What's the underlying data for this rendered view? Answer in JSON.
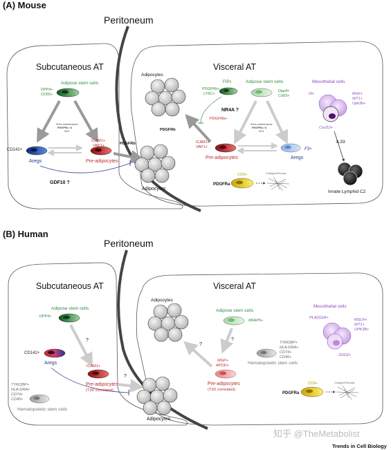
{
  "panel_a": {
    "label": "(A) Mouse",
    "peritoneum": "Peritoneum",
    "subcutaneous": {
      "title": "Subcutaneous AT",
      "stem_cells": "Adipose stem cells",
      "markers": [
        "DPP4+",
        "CD55+"
      ],
      "stem_maintenance": [
        "Stem maintenance",
        "PDGFRα / b",
        "Wnt"
      ],
      "cd142": "CD142+",
      "aregs": "Aregs",
      "icam": [
        "ICAM1+",
        "VAP1+"
      ],
      "preadipocytes": "Pre-adipocytes",
      "pdgfrb": "PDGFRb",
      "gdf10": "GDF10 ?",
      "adipocytes": "Adipocytes"
    },
    "visceral": {
      "title": "Visceral AT",
      "adipocytes": "Adipocytes",
      "fips": "FIPs",
      "fips_markers": [
        "PDGFRb+",
        "LY6C+"
      ],
      "stem_cells": "Adipose stem cells",
      "stem_markers": [
        "Dpp4+",
        "Cd55+"
      ],
      "nr4a": "NR4A ?",
      "pdgfrb_label": "PDGFRb",
      "pdgfrb_plus": "PDGFRb+",
      "stem_maintenance": [
        "Stem maintenance",
        "PDGFRα / b",
        "Wnt"
      ],
      "icam": [
        "ICAM1+",
        "VAP1+"
      ],
      "preadipocytes": "Pre-adipocytes",
      "f3": "F3+",
      "aregs": "Aregs",
      "cd9": "CD9+",
      "pdgfra": "PDGFRa",
      "collagen": "Collagen/Fibrosis",
      "meso_title": "Mesothelial cells",
      "irf": "Irf+",
      "meso_markers": [
        "Msln+",
        "WT1+",
        "Upk3b+"
      ],
      "cxcl12": "Cxcl12+",
      "il33": "IL33",
      "ilc2": "Innate Lymphid C2"
    }
  },
  "panel_b": {
    "label": "(B) Human",
    "peritoneum": "Peritoneum",
    "subcutaneous": {
      "title": "Subcutaneous AT",
      "stem_cells": "Adipose stem cells",
      "dpp4": "DPP4+",
      "question": "?",
      "cd142": "CD142+",
      "aregs": "Aregs",
      "icam": "ICAM1+",
      "preadipocytes": "Pre-adipocytes",
      "t2d": "(T2D correlated)",
      "hsc_markers": [
        "TYROBP+",
        "HLA-DRA+",
        "CD74+",
        "CD45+"
      ],
      "hsc": "Hematopoietic stem cells",
      "adipocytes": "Adipocytes"
    },
    "visceral": {
      "title": "Visceral AT",
      "adipocytes": "Adipocytes",
      "stem_cells": "Adipose stem cells",
      "mfap5": "MFAP5+",
      "question": "?",
      "hsc_markers": [
        "TYROBP+",
        "HLA-DRA+",
        "CD74+",
        "CD45+"
      ],
      "hsc": "Hematopoietic stem cells",
      "mgp": [
        "MGP+",
        "APOD+"
      ],
      "preadipocytes": "Pre-adipocytes",
      "t2d": "(T2D correlated)",
      "meso_title": "Mesothelial cells",
      "pla2g2a": "PLA2G2A+",
      "meso_markers": [
        "MSLN+",
        "WT1+",
        "UPK3B+"
      ],
      "sod2": "SOD2+",
      "cd9": "CD9+",
      "pdgfra": "PDGFRa",
      "collagen": "Collagen/Fibrosis"
    }
  },
  "watermark": "知乎 @TheMetabolist",
  "footer": "Trends in Cell Biology",
  "colors": {
    "green": "#2e8b3c",
    "red": "#c0282b",
    "blue": "#1f3a8c",
    "purple": "#8a4bbf",
    "gray": "#888888"
  }
}
